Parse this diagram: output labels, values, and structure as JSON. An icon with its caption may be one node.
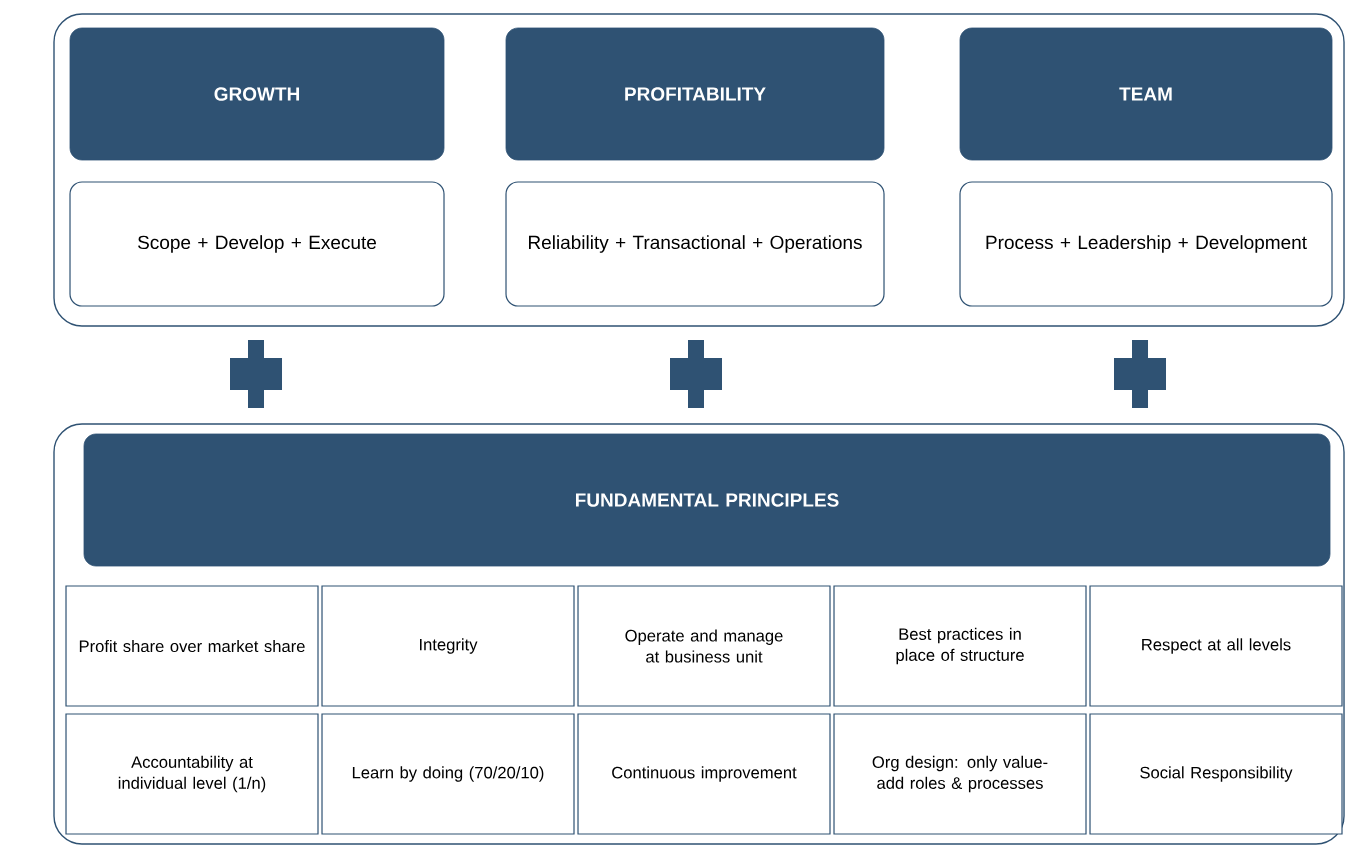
{
  "diagram": {
    "nodes": [
      {
        "text": [],
        "shape": "box"
      },
      {
        "text": [
          "GROWTH"
        ],
        "in": 0
      },
      {
        "text": [
          "PROFITABILITY"
        ],
        "in": 0
      },
      {
        "text": [
          "TEAM"
        ],
        "in": 0
      },
      {
        "text": [
          "Scope + Develop + Execute"
        ],
        "in": 0
      },
      {
        "text": [
          "Reliability + Transactional + Operations"
        ],
        "in": 0
      },
      {
        "text": [
          "Process + Leadership + Development"
        ],
        "in": 0
      },
      {
        "text": [],
        "shape": "box"
      },
      {
        "text": [
          "FUNDAMENTAL PRINCIPLES"
        ],
        "in": 7
      },
      {
        "text": [
          "Profit share over market share"
        ],
        "in": 7
      },
      {
        "text": [
          "Integrity"
        ],
        "in": 7
      },
      {
        "text": [
          "Operate and manage at business unit"
        ],
        "in": 7
      },
      {
        "text": [
          "Best practices in place of structure"
        ],
        "in": 7
      },
      {
        "text": [
          "Respect at all levels"
        ],
        "in": 7
      },
      {
        "text": [
          "Accountability at individual level (1/n)"
        ],
        "in": 7
      },
      {
        "text": [
          "Learn by doing (70/20/10)"
        ],
        "in": 7
      },
      {
        "text": [
          "Continuous improvement"
        ],
        "in": 7
      },
      {
        "text": [
          "Org design: only value-add roles & processes"
        ],
        "in": 7
      },
      {
        "text": [
          "Social Responsibility"
        ],
        "in": 7
      }
    ]
  }
}
